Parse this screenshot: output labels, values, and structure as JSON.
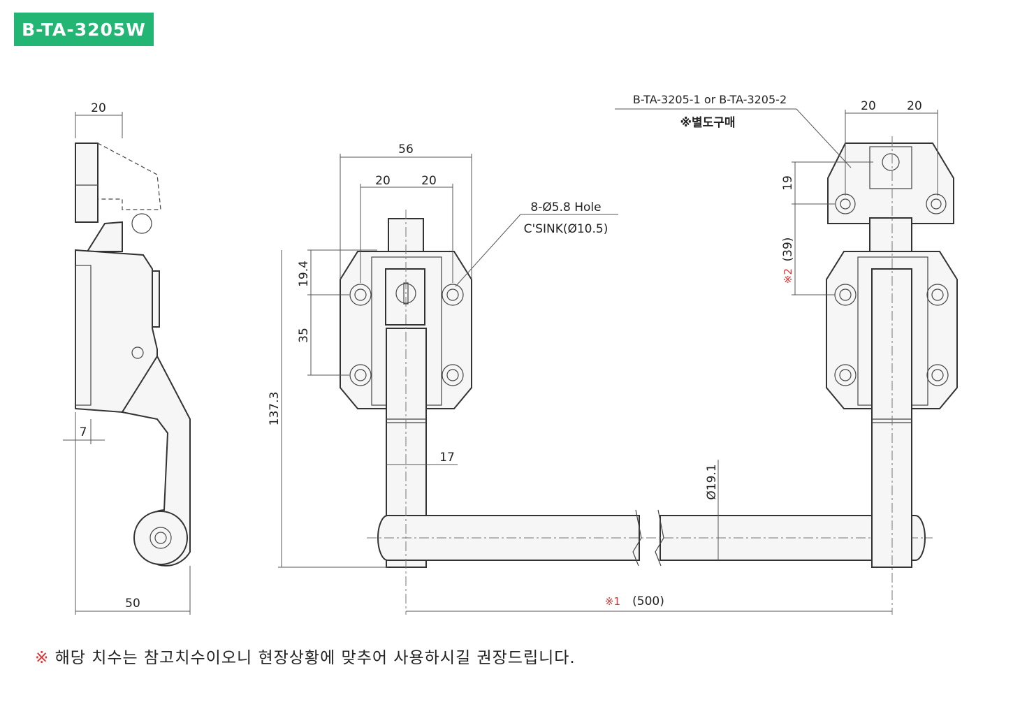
{
  "title": "B-TA-3205W",
  "colors": {
    "badge": "#22b573",
    "mark": "#e03030"
  },
  "side_view": {
    "dim_top": "20",
    "dim_offset": "7",
    "dim_bottom": "50"
  },
  "front_view": {
    "dim_width": "56",
    "dim_left_pitch": "20",
    "dim_right_pitch": "20",
    "hole_callout_line1": "8-Ø5.8 Hole",
    "hole_callout_line2": "C'SINK(Ø10.5)",
    "dim_vertical_1": "19.4",
    "dim_vertical_2": "35",
    "dim_height": "137.3",
    "dim_handle_width": "17",
    "dim_bar_dia": "Ø19.1",
    "dim_span_mark": "※1",
    "dim_span": "(500)"
  },
  "right_view": {
    "part_ref": "B-TA-3205-1 or B-TA-3205-2",
    "part_note": "※별도구매",
    "dim_left": "20",
    "dim_right": "20",
    "dim_v1": "19",
    "dim_v2_mark": "※2",
    "dim_v2": "(39)"
  },
  "note": {
    "mark": "※",
    "text": "해당 치수는 참고치수이오니 현장상황에 맞추어 사용하시길 권장드립니다."
  }
}
